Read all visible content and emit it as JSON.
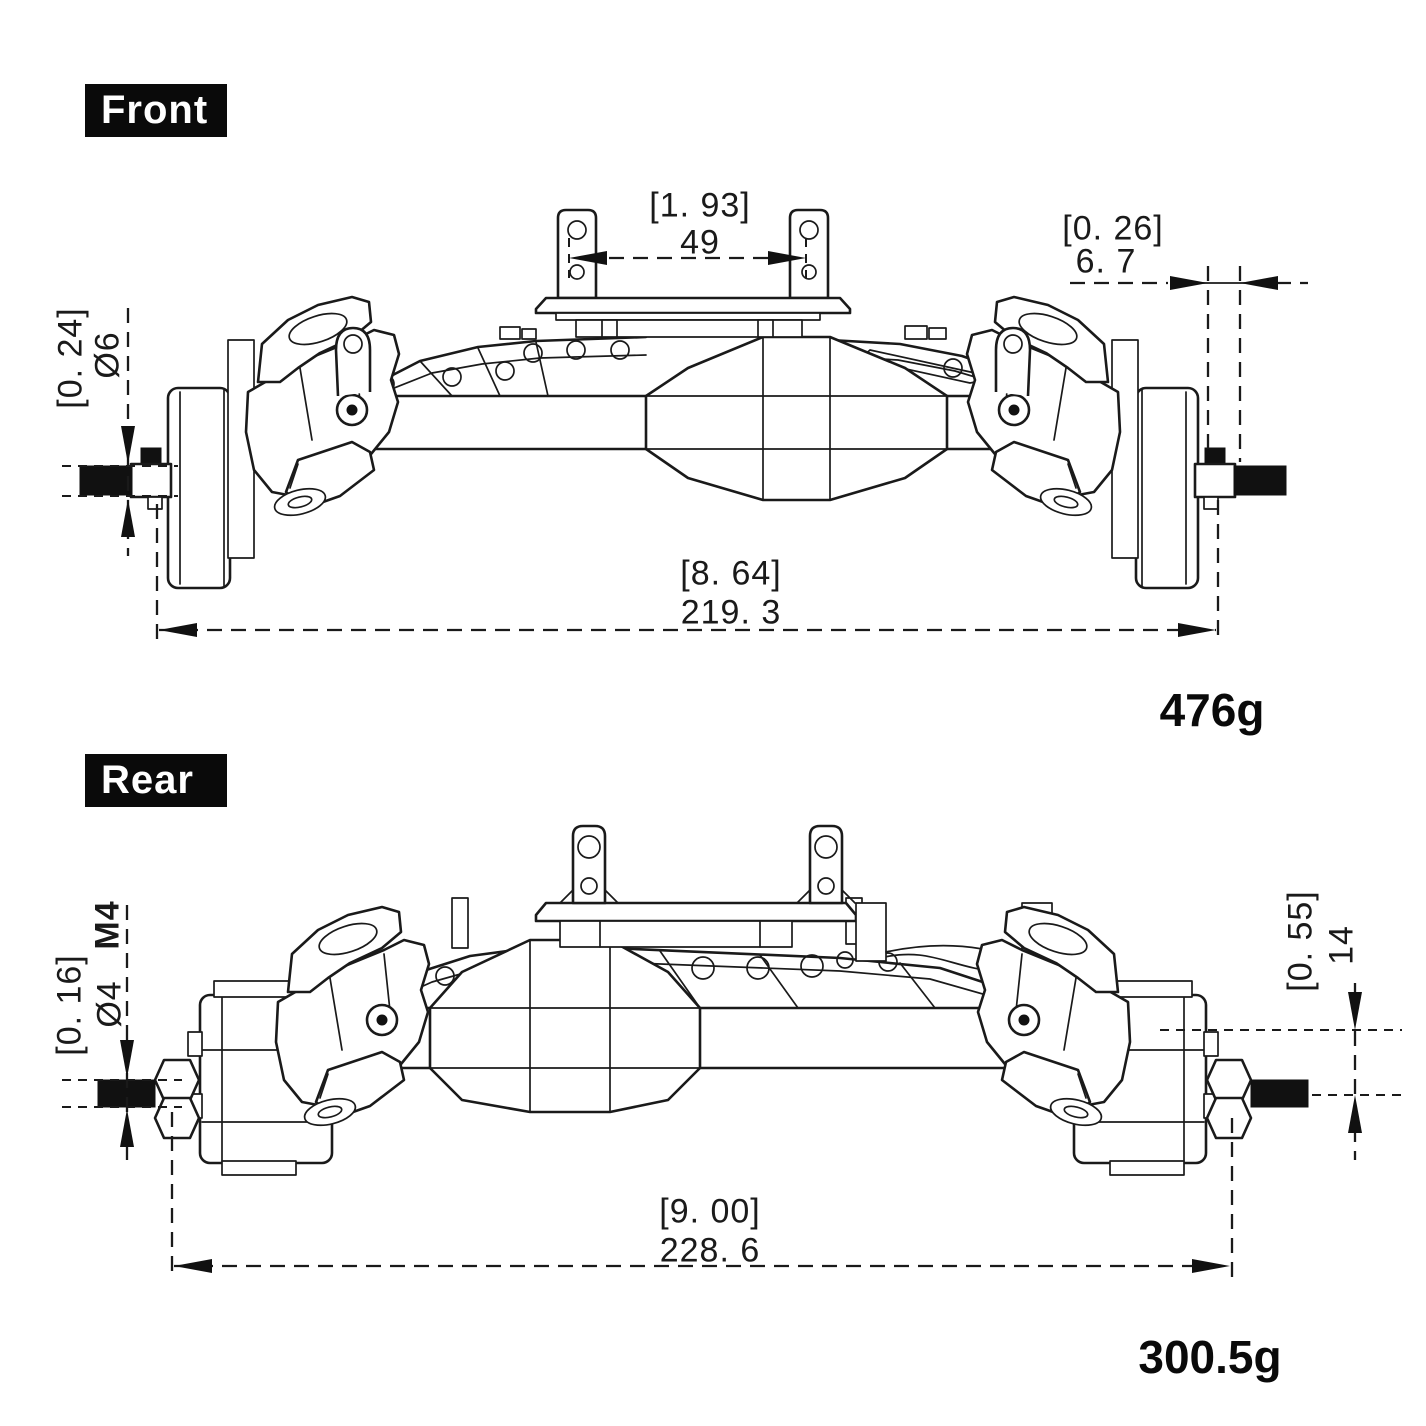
{
  "page": {
    "background": "#ffffff",
    "line_color": "#1a1a1a",
    "label_bg": "#0a0a0a",
    "label_fg": "#ffffff"
  },
  "front_view": {
    "label": "Front",
    "weight": "476g",
    "dims": {
      "link_mount_width": {
        "inch": "[1. 93]",
        "mm": "49"
      },
      "hex_offset": {
        "inch": "[0. 26]",
        "mm": "6. 7"
      },
      "shaft_diameter": {
        "inch": "[0. 24]",
        "mm": "Ø6"
      },
      "overall_width": {
        "inch": "[8. 64]",
        "mm": "219. 3"
      }
    }
  },
  "rear_view": {
    "label": "Rear",
    "weight": "300.5g",
    "dims": {
      "thread_spec": "M4",
      "shaft_diameter": {
        "inch": "[0. 16]",
        "mm": "Ø4"
      },
      "portal_drop": {
        "inch": "[0. 55]",
        "mm": "14"
      },
      "overall_width": {
        "inch": "[9. 00]",
        "mm": "228. 6"
      }
    }
  }
}
